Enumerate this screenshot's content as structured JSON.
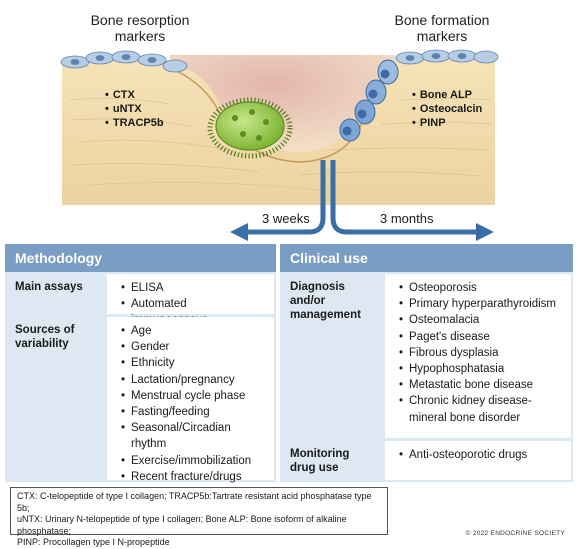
{
  "resorption": {
    "title_line1": "Bone resorption",
    "title_line2": "markers",
    "markers": [
      "CTX",
      "uNTX",
      "TRACP5b"
    ]
  },
  "formation": {
    "title_line1": "Bone formation",
    "title_line2": "markers",
    "markers": [
      "Bone ALP",
      "Osteocalcin",
      "PINP"
    ]
  },
  "timing": {
    "left": "3 weeks",
    "right": "3 months"
  },
  "methodology": {
    "header": "Methodology",
    "main_assays_label": "Main assays",
    "main_assays": [
      "ELISA",
      "Automated immunoassays"
    ],
    "sources_label_line1": "Sources of",
    "sources_label_line2": "variability",
    "sources": [
      "Age",
      "Gender",
      "Ethnicity",
      "Lactation/pregnancy",
      "Menstrual cycle phase",
      "Fasting/feeding",
      "Seasonal/Circadian rhythm",
      "Exercise/immobilization",
      "Recent fracture/drugs"
    ]
  },
  "clinical": {
    "header": "Clinical use",
    "diagnosis_label_line1": "Diagnosis and/or",
    "diagnosis_label_line2": "management",
    "diagnosis": [
      "Osteoporosis",
      "Primary hyperparathyroidism",
      "Osteomalacia",
      "Paget's disease",
      "Fibrous dysplasia",
      "Hypophosphatasia",
      "Metastatic bone disease",
      "Chronic kidney disease-mineral bone disorder"
    ],
    "monitoring_label_line1": "Monitoring",
    "monitoring_label_line2": "drug use",
    "monitoring": [
      "Anti-osteoporotic drugs"
    ]
  },
  "abbreviations": {
    "line1": "CTX: C-telopeptide of type I collagen; TRACP5b:Tartrate resistant acid phosphatase type 5b;",
    "line2": "uNTX: Urinary N-telopeptide of type I collagen; Bone ALP: Bone isoform of alkaline phosphatase;",
    "line3": "PINP: Procollagen type I N-propeptide"
  },
  "copyright": "© 2022 ENDOCRINE SOCIETY",
  "colors": {
    "panel_header": "#7a9dc3",
    "panel_bg": "#dde8f2",
    "arrow": "#3a6ea5",
    "bone": "#f1dcae",
    "lining_cells": "#b6cde4",
    "osteoclast": "#9acd4a",
    "osteoblast": "#6f94c8"
  }
}
